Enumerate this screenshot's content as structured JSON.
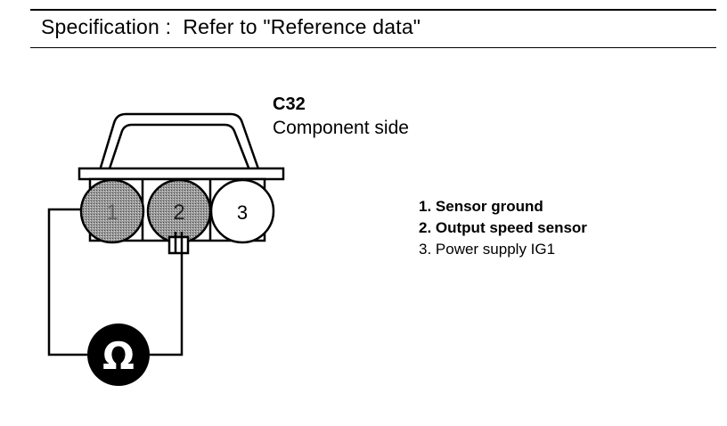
{
  "header": {
    "specification": "Specification :  Refer to \"Reference data\""
  },
  "connector": {
    "id": "C32",
    "side": "Component side",
    "pins": [
      {
        "number": "1",
        "label": "1. Sensor ground"
      },
      {
        "number": "2",
        "label": "2. Output speed sensor"
      },
      {
        "number": "3",
        "label": "3. Power supply IG1"
      }
    ]
  },
  "meter": {
    "symbol": "Ω"
  }
}
